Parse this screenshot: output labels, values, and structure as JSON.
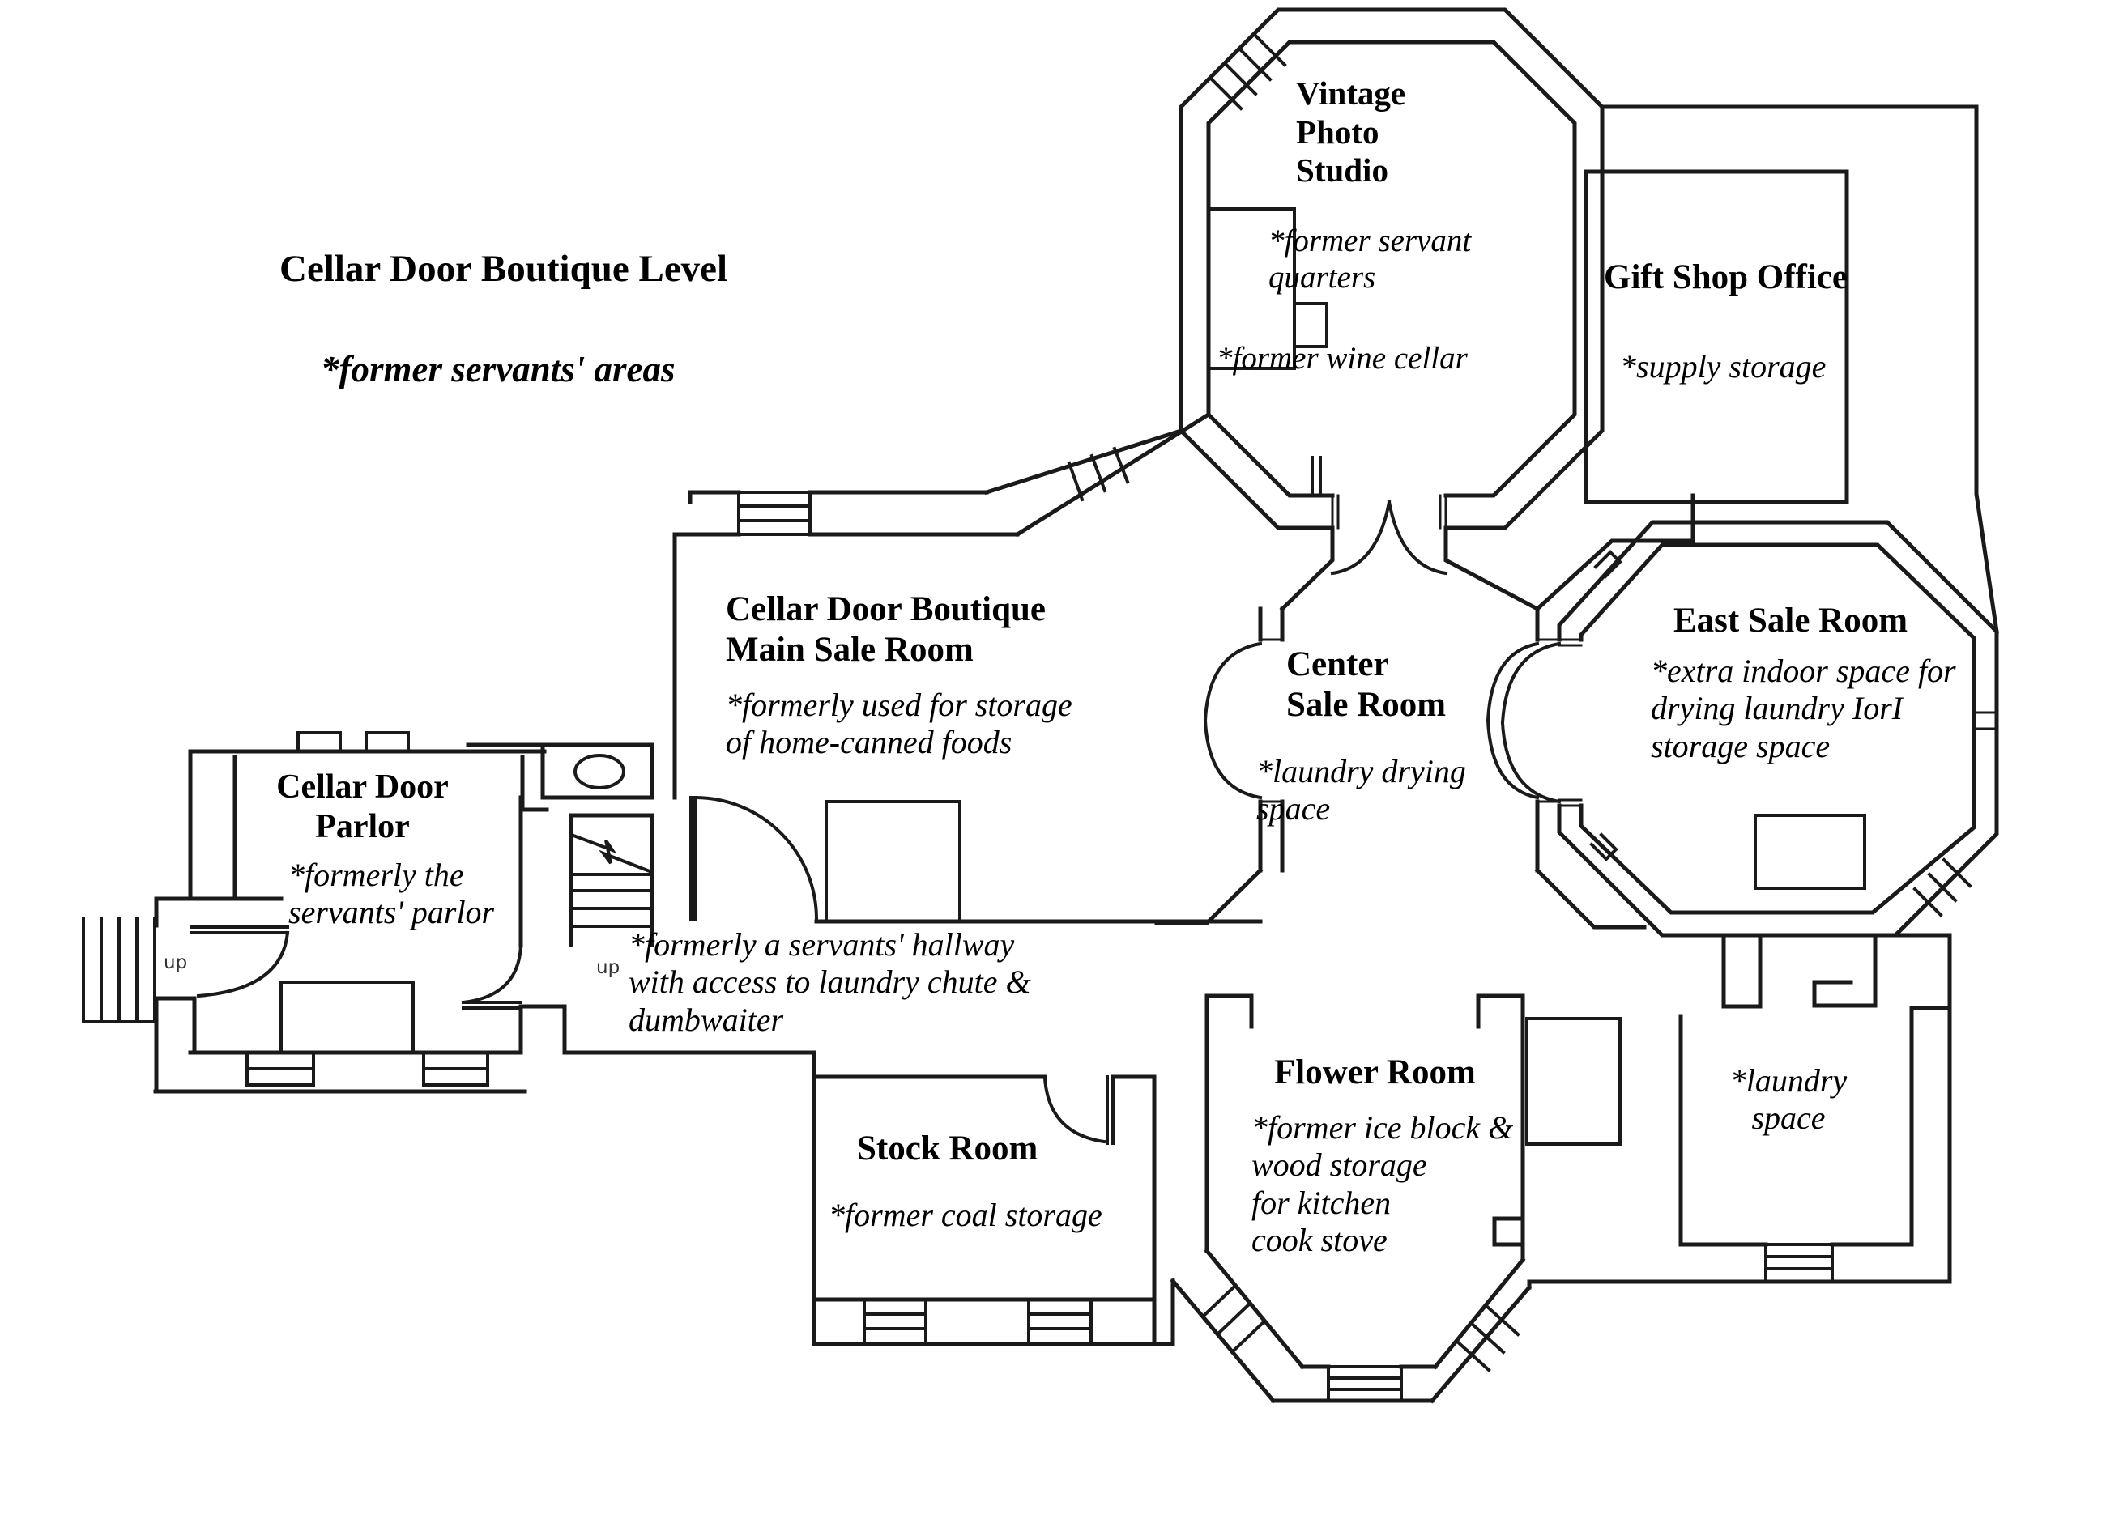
{
  "title": "Cellar Door Boutique Level",
  "subtitle": "*former servants' areas",
  "rooms": {
    "vintage_photo_studio": {
      "name": "Vintage\nPhoto\nStudio",
      "note_servant": "*former servant\nquarters",
      "note_wine": "*former wine cellar"
    },
    "gift_shop_office": {
      "name": "Gift Shop Office",
      "note": "*supply storage"
    },
    "east_sale_room": {
      "name": "East Sale Room",
      "note": "*extra indoor space for\ndrying laundry IorI\nstorage space"
    },
    "center_sale_room": {
      "name": "Center\nSale Room",
      "note": "*laundry drying\nspace"
    },
    "main_sale_room": {
      "name": "Cellar Door Boutique\nMain Sale Room",
      "note": "*formerly used for storage\nof home-canned foods"
    },
    "cellar_door_parlor": {
      "name": "Cellar Door\nParlor",
      "note": "*formerly the\nservants' parlor"
    },
    "hallway": {
      "note": "*formerly a servants' hallway\nwith access to laundry chute &\ndumbwaiter"
    },
    "stock_room": {
      "name": "Stock Room",
      "note": "*former coal storage"
    },
    "flower_room": {
      "name": "Flower Room",
      "note": "*former ice block &\nwood storage\nfor kitchen\ncook stove"
    },
    "laundry_space": {
      "note": "*laundry\nspace"
    }
  },
  "annotations": {
    "stair_up_left": "up",
    "stair_up_right": "up"
  },
  "colors": {
    "walls": "#1a1a1a",
    "background": "#ffffff",
    "text": "#000000"
  }
}
